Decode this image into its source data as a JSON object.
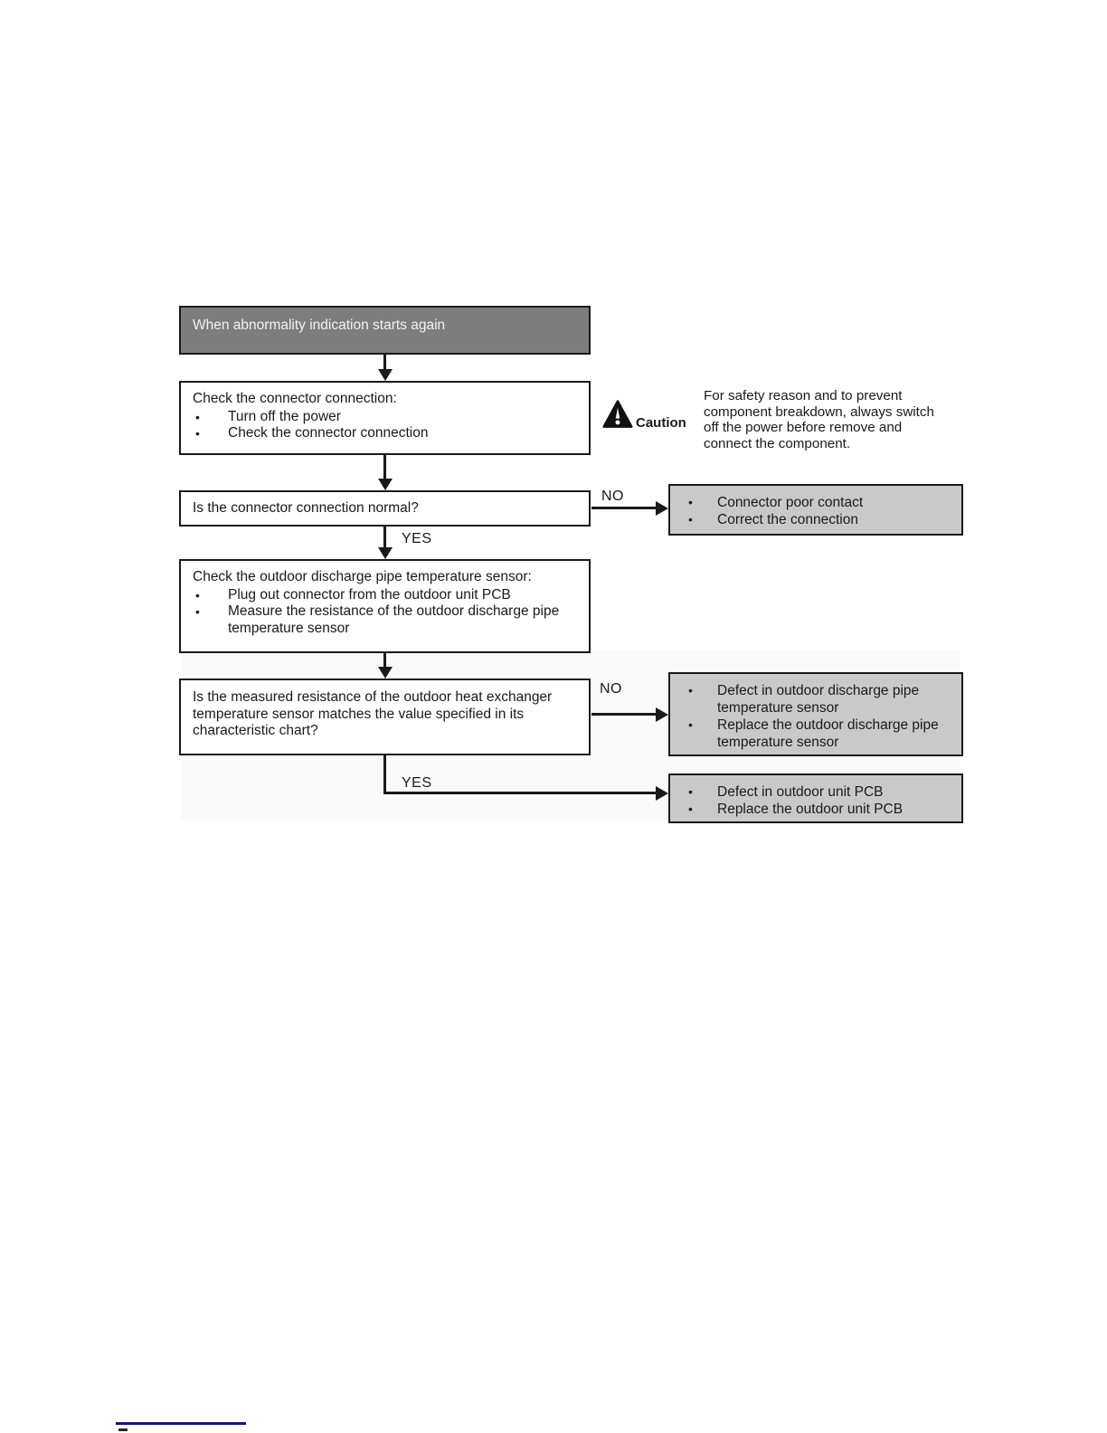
{
  "flowchart": {
    "bullet_char": "•",
    "start_label": "When abnormality indication starts again",
    "check_connector": {
      "title": "Check the connector connection:",
      "bullets": [
        "Turn off the power",
        "Check the connector connection"
      ]
    },
    "caution": {
      "label": "Caution",
      "lines": [
        "For safety reason and to prevent",
        "component breakdown, always switch",
        "off the power before remove and",
        "connect the component."
      ]
    },
    "question_connector": "Is the connector connection normal?",
    "branch_labels": {
      "yes": "YES",
      "no": "NO"
    },
    "result_connector": {
      "bullets": [
        "Connector poor contact",
        "Correct the connection"
      ]
    },
    "check_sensor": {
      "title": "Check the outdoor discharge pipe temperature sensor:",
      "bullets": [
        "Plug out connector from the outdoor unit PCB",
        "Measure the resistance of the outdoor discharge pipe temperature sensor"
      ]
    },
    "question_resistance": "Is the measured resistance of the outdoor heat exchanger temperature sensor matches the value specified in its characteristic chart?",
    "result_sensor": {
      "bullets": [
        "Defect in outdoor discharge pipe temperature sensor",
        "Replace the outdoor discharge pipe temperature sensor"
      ]
    },
    "result_pcb": {
      "bullets": [
        "Defect in outdoor unit PCB",
        "Replace the outdoor unit PCB"
      ]
    }
  },
  "colors": {
    "start_box_fill": "#7d7d7d",
    "result_box_fill": "#c9c9c9",
    "line_color": "#1a1a1a",
    "footer_rule_color": "#14148c"
  }
}
